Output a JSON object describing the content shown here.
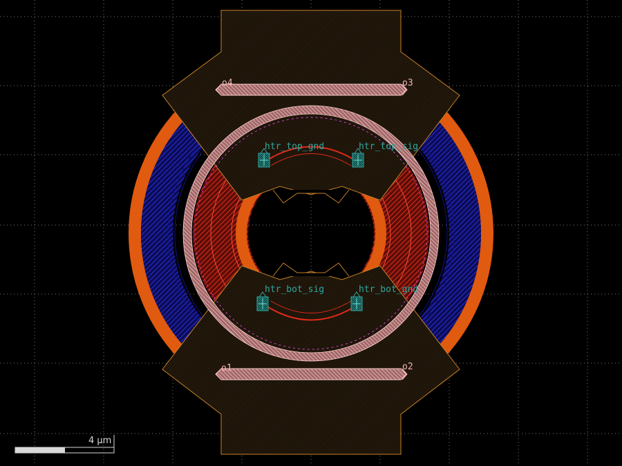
{
  "layout_view": {
    "colors": {
      "background": "#000000",
      "grid_dot": "#7a7a7a",
      "orange_layer": "#e05a10",
      "blue_layer": "#2a2fe0",
      "heater_red": "#e02a1a",
      "waveguide_pink": "#f0a8a8",
      "brown_outline": "#c8822a",
      "brown_fill": "#2a1e10",
      "pin_teal": "#2fa7a0"
    },
    "ports": [
      {
        "label": "o1"
      },
      {
        "label": "o2"
      },
      {
        "label": "o3"
      },
      {
        "label": "o4"
      }
    ],
    "pins": [
      {
        "label": "htr_top_gnd"
      },
      {
        "label": "htr_top_sig"
      },
      {
        "label": "htr_bot_sig"
      },
      {
        "label": "htr_bot_gnd"
      }
    ],
    "scale_bar": {
      "label": "4 μm"
    }
  }
}
